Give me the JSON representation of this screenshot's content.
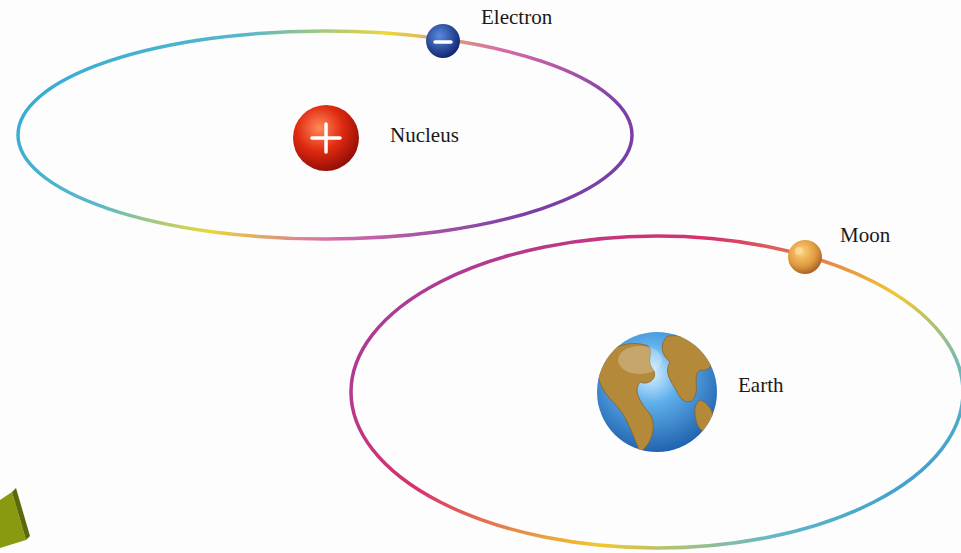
{
  "diagram": {
    "labels": [
      "Electron",
      "Nucleus",
      "Moon",
      "Earth"
    ]
  }
}
